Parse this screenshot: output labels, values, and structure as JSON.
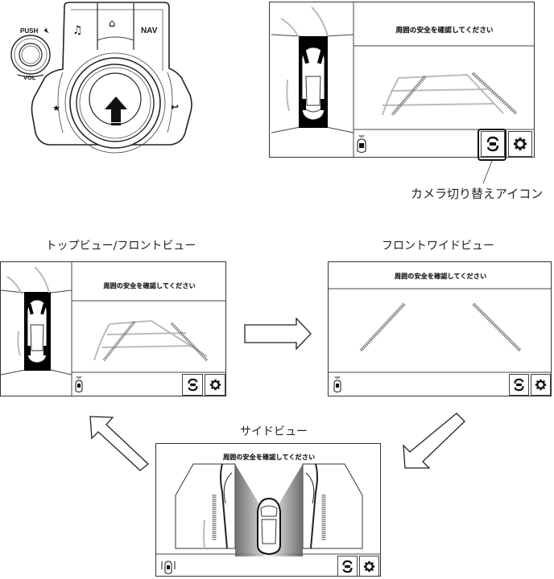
{
  "controller": {
    "push_label": "PUSH",
    "vol_label": "VOL",
    "nav_label": "NAV",
    "icons": [
      "music-note-icon",
      "home-icon",
      "mute-icon",
      "favorite-star-icon",
      "back-icon",
      "up-arrow-icon"
    ]
  },
  "top_screen": {
    "message": "周囲の安全を確認してください",
    "callout_label": "カメラ切り替えアイコン"
  },
  "views": {
    "top_front": {
      "caption": "トップビュー/フロントビュー",
      "message": "周囲の安全を確認してください"
    },
    "front_wide": {
      "caption": "フロントワイドビュー",
      "message": "周囲の安全を確認してください"
    },
    "side": {
      "caption": "サイドビュー",
      "message": "周囲の安全を確認してください"
    }
  },
  "buttons": {
    "camera_switch": "camera-switch-icon",
    "settings": "gear-icon"
  }
}
